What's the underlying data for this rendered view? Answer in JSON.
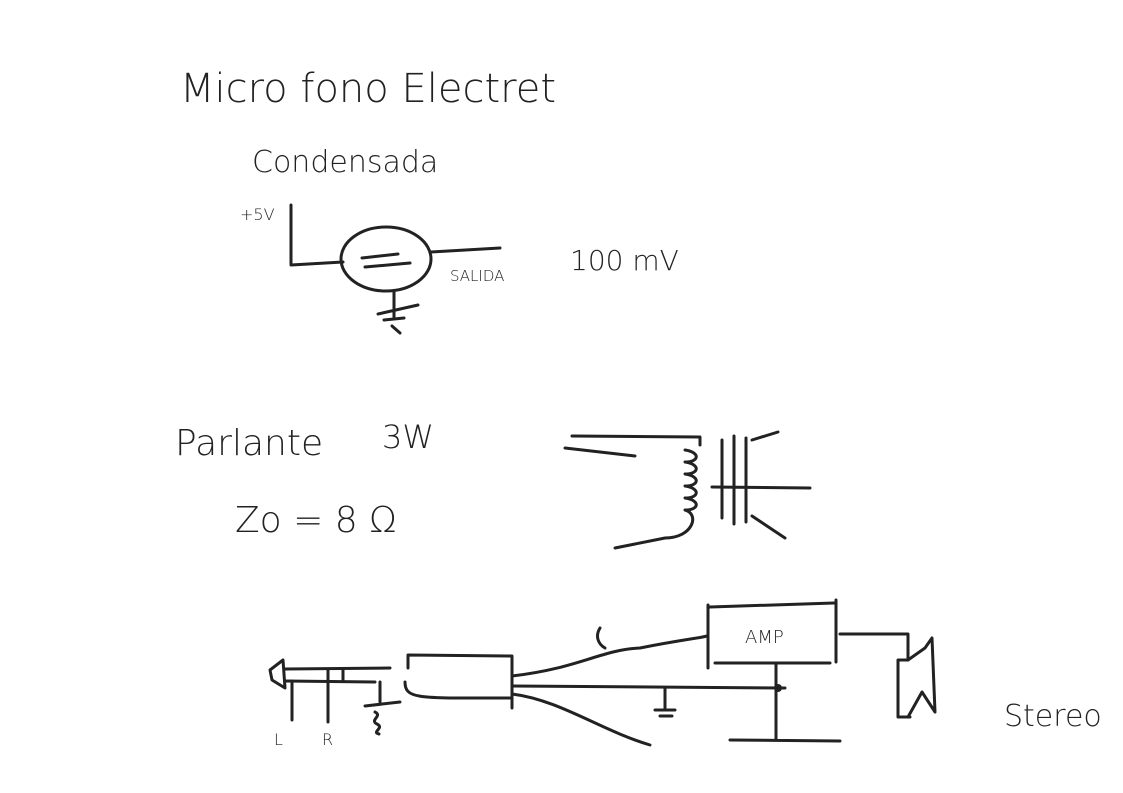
{
  "notes": {
    "mic_title": "Micro fono Electret",
    "mic_subtitle": "Condensada",
    "supply_label": "+5V",
    "output_label": "SALIDA",
    "output_level": "100 mV",
    "speaker_title": "Parlante",
    "speaker_power": "3W",
    "speaker_impedance": "Zo = 8 Ω",
    "amp_label": "AMP",
    "channel_label_l_wire": "L",
    "jack_l": "L",
    "jack_r": "R",
    "stereo_label": "Stereo"
  },
  "colors": {
    "ink": "#222222",
    "background": "#ffffff"
  }
}
